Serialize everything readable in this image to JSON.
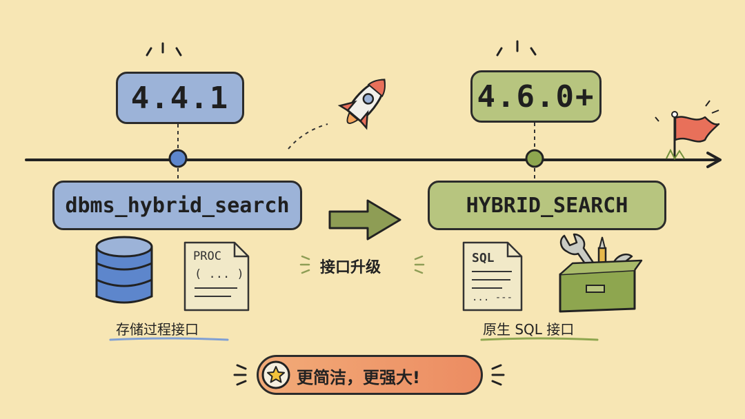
{
  "left": {
    "version": "4.4.1",
    "api": "dbms_hybrid_search",
    "doc_title": "PROC",
    "doc_body": "( ... )",
    "caption": "存储过程接口"
  },
  "right": {
    "version": "4.6.0+",
    "api": "HYBRID_SEARCH",
    "doc_title": "SQL",
    "doc_body": "... ---",
    "caption": "原生 SQL 接口"
  },
  "upgrade_label": "接口升级",
  "bottom_label": "更简洁，更强大!",
  "colors": {
    "background": "#f7e6b4",
    "blue": "#9cb3d8",
    "green": "#b7c57f",
    "orange": "#ee9466",
    "red_flag": "#e8705a"
  }
}
